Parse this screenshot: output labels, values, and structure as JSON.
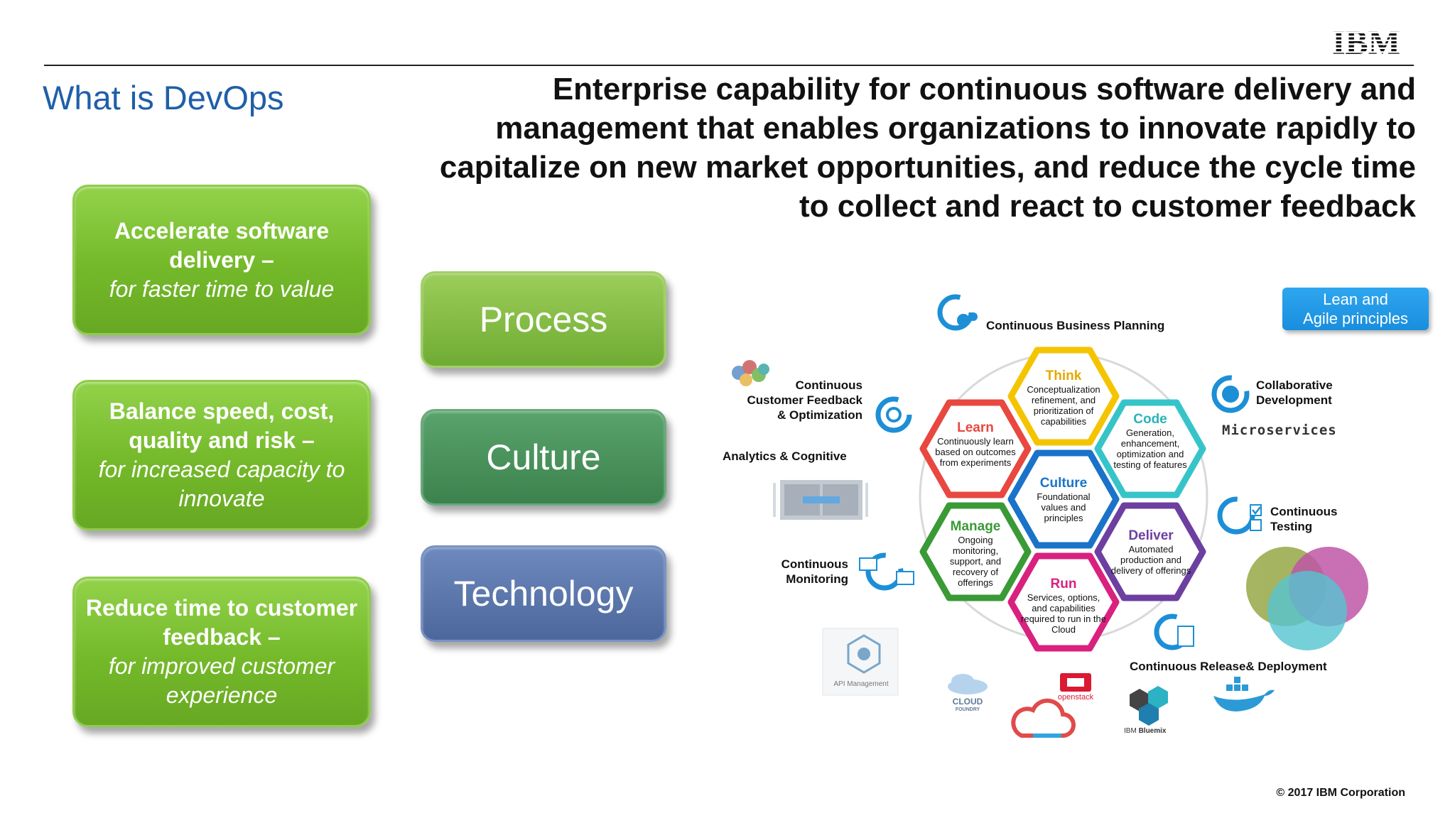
{
  "header": {
    "logo_text": "IBM",
    "title": "What is DevOps",
    "headline": "Enterprise capability for continuous software delivery and management that enables organizations to innovate rapidly to capitalize on new market opportunities, and reduce the cycle time to collect and react to customer feedback"
  },
  "benefits": [
    {
      "bold": "Accelerate software delivery –",
      "italic": "for faster time to value"
    },
    {
      "bold": "Balance speed, cost, quality and risk –",
      "italic": "for increased capacity to innovate"
    },
    {
      "bold": "Reduce time to customer feedback –",
      "italic": "for improved customer experience"
    }
  ],
  "pillars": [
    "Process",
    "Culture",
    "Technology"
  ],
  "diagram": {
    "lean_agile": [
      "Lean and",
      "Agile principles"
    ],
    "practices": {
      "planning": "Continuous Business Planning",
      "feedback": [
        "Continuous",
        "Customer Feedback",
        "& Optimization"
      ],
      "collab": [
        "Collaborative",
        "Development"
      ],
      "microservices": "Microservices",
      "analytics": "Analytics & Cognitive",
      "testing": [
        "Continuous",
        "Testing"
      ],
      "monitoring": [
        "Continuous",
        "Monitoring"
      ],
      "release": "Continuous Release& Deployment"
    },
    "hexagons": {
      "think": {
        "name": "Think",
        "desc": "Conceptualization refinement, and prioritization of capabilities"
      },
      "code": {
        "name": "Code",
        "desc": "Generation, enhancement, optimization and testing of features"
      },
      "learn": {
        "name": "Learn",
        "desc": "Continuously learn based on outcomes from experiments"
      },
      "culture": {
        "name": "Culture",
        "desc": "Foundational values and principles"
      },
      "manage": {
        "name": "Manage",
        "desc": "Ongoing monitoring, support, and recovery of offerings"
      },
      "deliver": {
        "name": "Deliver",
        "desc": "Automated production and delivery of offerings"
      },
      "run": {
        "name": "Run",
        "desc": "Services, options, and capabilities required to run in the Cloud"
      }
    },
    "tools": {
      "api": "API Management",
      "cloud_foundry": [
        "CLOUD",
        "FOUNDRY"
      ],
      "openstack": "openstack",
      "bluemix": [
        "IBM",
        "Bluemix"
      ]
    },
    "colors": {
      "think": "#f5c400",
      "code": "#36c4c9",
      "learn": "#e8483f",
      "culture": "#1a73c8",
      "manage": "#3a9a36",
      "deliver": "#6c3fa0",
      "run": "#d9217f",
      "icon_blue": "#1c8fd6"
    }
  },
  "footer": {
    "copyright": "© 2017 IBM Corporation"
  }
}
